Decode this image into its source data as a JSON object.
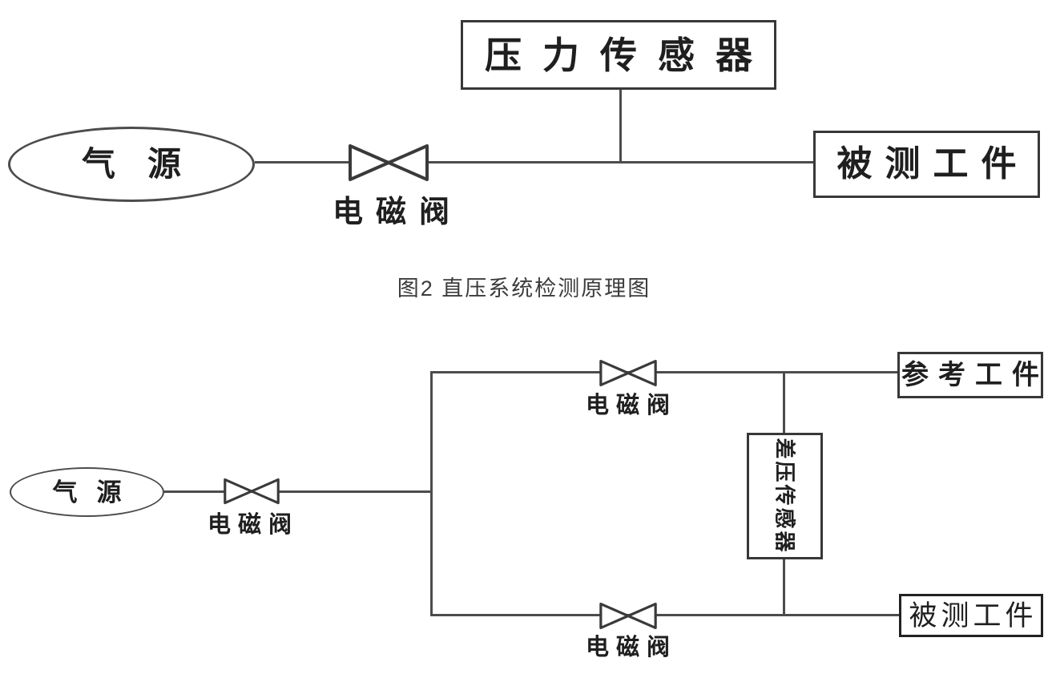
{
  "colors": {
    "background": "#ffffff",
    "line": "#4c4c4c",
    "box_border": "#383838",
    "text": "#1f1f1f",
    "caption_text": "#3c3c3c"
  },
  "figure_direct": {
    "air_source_label": "气源",
    "solenoid_valve_label": "电磁阀",
    "pressure_sensor_label": "压力传感器",
    "tested_workpiece_label": "被测工件",
    "caption": "图2 直压系统检测原理图"
  },
  "figure_differential": {
    "air_source_label": "气源",
    "main_solenoid_valve_label": "电磁阀",
    "upper_solenoid_valve_label": "电磁阀",
    "lower_solenoid_valve_label": "电磁阀",
    "differential_pressure_sensor_label": "差压传感器",
    "reference_workpiece_label": "参考工件",
    "tested_workpiece_label": "被测工件"
  }
}
